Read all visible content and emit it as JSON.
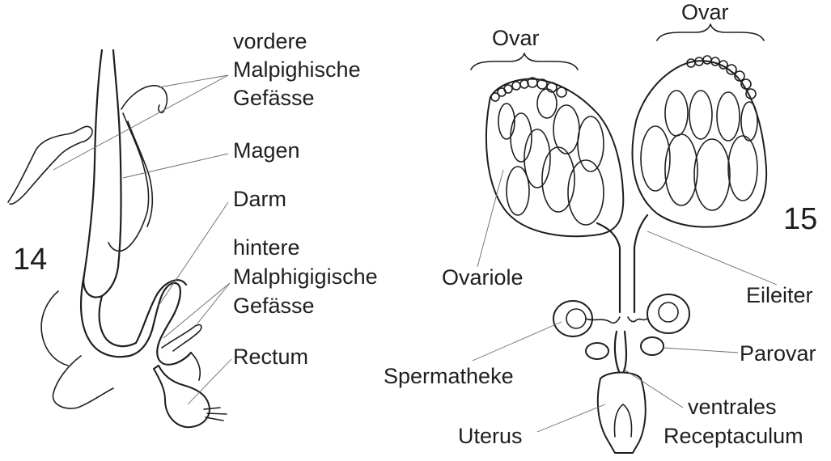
{
  "figure14": {
    "number": "14",
    "labels": {
      "vordere": [
        "vordere",
        "Malpighische",
        "Gefässe"
      ],
      "magen": "Magen",
      "darm": "Darm",
      "hintere": [
        "hintere",
        "Malphigigische",
        "Gefässe"
      ],
      "rectum": "Rectum"
    }
  },
  "figure15": {
    "number": "15",
    "labels": {
      "ovar_left": "Ovar",
      "ovar_right": "Ovar",
      "ovariole": "Ovariole",
      "eileiter": "Eileiter",
      "parovar": "Parovar",
      "spermatheke": "Spermatheke",
      "ventrales": [
        "ventrales",
        "Receptaculum"
      ],
      "uterus": "Uterus"
    }
  }
}
